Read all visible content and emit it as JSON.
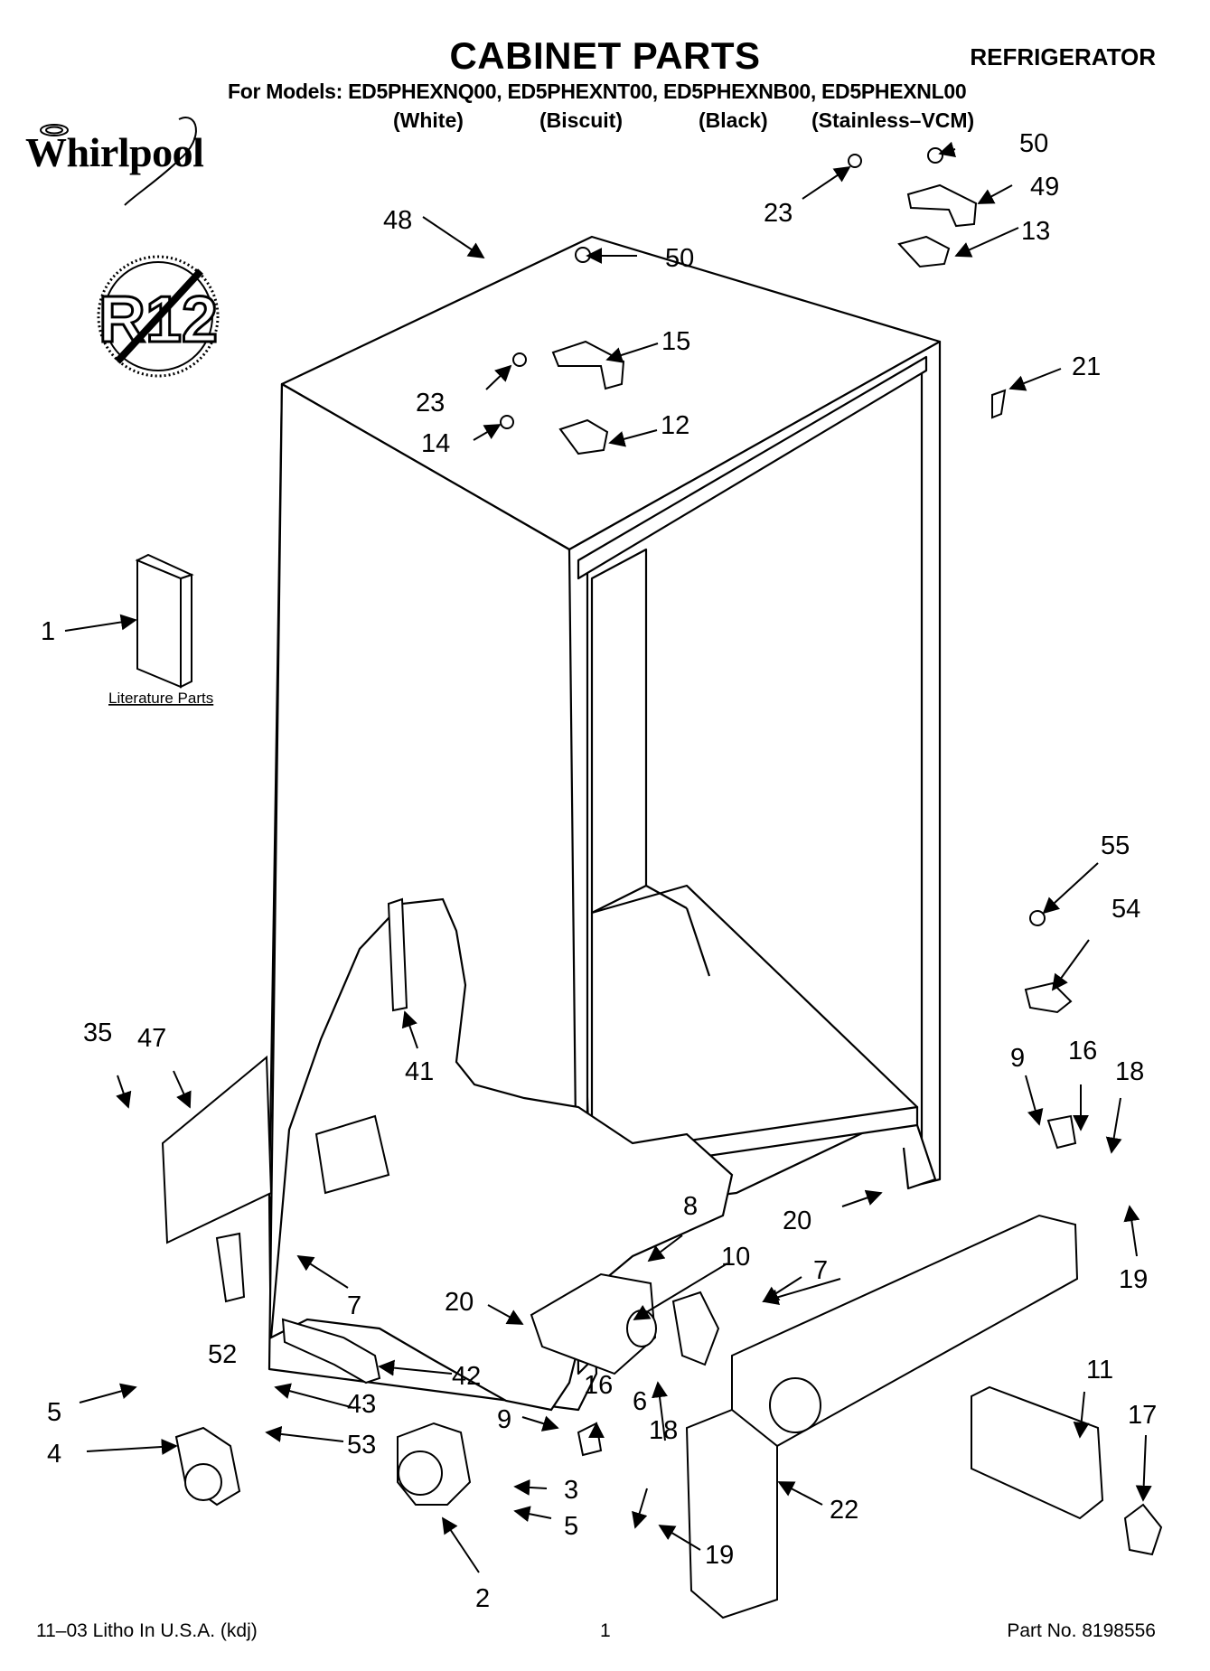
{
  "header": {
    "title": "CABINET PARTS",
    "appliance": "REFRIGERATOR",
    "models_line": "For Models: ED5PHEXNQ00, ED5PHEXNT00, ED5PHEXNB00, ED5PHEXNL00",
    "colors": [
      "(White)",
      "(Biscuit)",
      "(Black)",
      "(Stainless–VCM)"
    ]
  },
  "brand": {
    "logo_text": "Whirlpool"
  },
  "badge": {
    "text": "R12",
    "icon": "no-r12-prohibition-icon"
  },
  "literature": {
    "label": "Literature Parts"
  },
  "callouts": [
    "1",
    "2",
    "3",
    "4",
    "5",
    "5",
    "6",
    "7",
    "7",
    "8",
    "9",
    "9",
    "10",
    "11",
    "12",
    "13",
    "14",
    "15",
    "16",
    "16",
    "17",
    "18",
    "18",
    "19",
    "19",
    "20",
    "20",
    "21",
    "22",
    "23",
    "23",
    "35",
    "41",
    "42",
    "43",
    "47",
    "48",
    "49",
    "50",
    "50",
    "52",
    "53",
    "54",
    "55"
  ],
  "footer": {
    "left": "11–03 Litho In U.S.A. (kdj)",
    "center": "1",
    "right": "Part No. 8198556"
  }
}
